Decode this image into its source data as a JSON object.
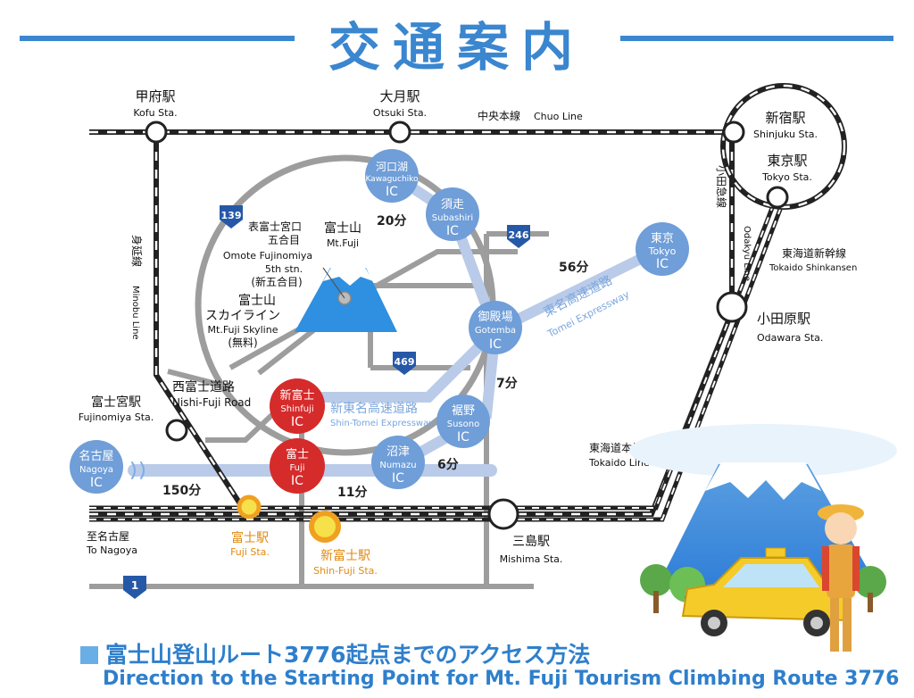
{
  "title": "交通案内",
  "footer": {
    "ja": "富士山登山ルート3776起点までのアクセス方法",
    "en": "Direction to the Starting Point for Mt. Fuji Tourism Climbing Route 3776"
  },
  "stations": {
    "kofu": {
      "ja": "甲府駅",
      "en": "Kofu Sta."
    },
    "otsuki": {
      "ja": "大月駅",
      "en": "Otsuki Sta."
    },
    "shinjuku": {
      "ja": "新宿駅",
      "en": "Shinjuku Sta."
    },
    "tokyo": {
      "ja": "東京駅",
      "en": "Tokyo Sta."
    },
    "odawara": {
      "ja": "小田原駅",
      "en": "Odawara Sta."
    },
    "fujinomiya": {
      "ja": "富士宮駅",
      "en": "Fujinomiya Sta."
    },
    "fuji": {
      "ja": "富士駅",
      "en": "Fuji Sta."
    },
    "shinfuji": {
      "ja": "新富士駅",
      "en": "Shin-Fuji Sta."
    },
    "mishima": {
      "ja": "三島駅",
      "en": "Mishima Sta."
    }
  },
  "lines": {
    "chuo": {
      "ja": "中央本線",
      "en": "Chuo Line"
    },
    "minobu": {
      "ja": "身延線",
      "en": "Minobu Line"
    },
    "odakyu": {
      "ja": "小田急線",
      "en": "Odakyu Line"
    },
    "shinkansen": {
      "ja": "東海道新幹線",
      "en": "Tokaido Shinkansen"
    },
    "tokaido": {
      "ja": "東海道本線",
      "en": "Tokaido Line"
    }
  },
  "to_nagoya": {
    "ja": "至名古屋",
    "en": "To Nagoya"
  },
  "interchanges": {
    "kawaguchiko": {
      "ja": "河口湖",
      "en": "Kawaguchiko",
      "ic": "IC"
    },
    "subashiri": {
      "ja": "須走",
      "en": "Subashiri",
      "ic": "IC"
    },
    "gotemba": {
      "ja": "御殿場",
      "en": "Gotemba",
      "ic": "IC"
    },
    "tokyo": {
      "ja": "東京",
      "en": "Tokyo",
      "ic": "IC"
    },
    "susono": {
      "ja": "裾野",
      "en": "Susono",
      "ic": "IC"
    },
    "numazu": {
      "ja": "沼津",
      "en": "Numazu",
      "ic": "IC"
    },
    "shinfuji": {
      "ja": "新富士",
      "en": "Shinfuji",
      "ic": "IC"
    },
    "fuji": {
      "ja": "富士",
      "en": "Fuji",
      "ic": "IC"
    },
    "nagoya": {
      "ja": "名古屋",
      "en": "Nagoya",
      "ic": "IC"
    }
  },
  "roads": {
    "tomei": {
      "ja": "東名高速道路",
      "en": "Tomei Expressway"
    },
    "shintomei": {
      "ja": "新東名高速道路",
      "en": "Shin-Tomei Expressway"
    },
    "nishifuji": {
      "ja": "西富士道路",
      "en": "Nishi-Fuji Road"
    },
    "skyline": {
      "ja1": "富士山",
      "ja2": "スカイライン",
      "en": "Mt.Fuji Skyline",
      "free": "(無料)"
    }
  },
  "mtfuji": {
    "ja": "富士山",
    "en": "Mt.Fuji"
  },
  "omote": {
    "ja1": "表富士宮口",
    "ja2": "五合目",
    "en1": "Omote Fujinomiya",
    "en2": "5th stn.",
    "ja3": "(新五合目)"
  },
  "routes": {
    "r139": "139",
    "r246": "246",
    "r469": "469",
    "r1": "1"
  },
  "times": {
    "t20": "20分",
    "t56": "56分",
    "t7": "7分",
    "t6": "6分",
    "t11": "11分",
    "t150": "150分"
  },
  "colors": {
    "accent": "#3a86cf",
    "ic_blue": "#6f9ed8",
    "ic_red": "#d62b2b",
    "expressway": "#b9cbe8",
    "road": "#9a9a9a",
    "station_orange": "#f0a020"
  }
}
